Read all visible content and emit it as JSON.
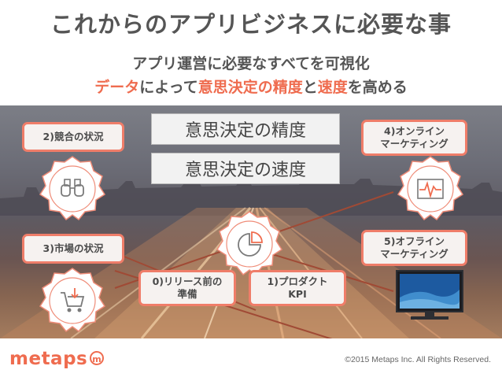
{
  "title": "これからのアプリビジネスに必要な事",
  "subtitle": {
    "line1": "アプリ運営に必要なすべてを可視化",
    "line2": {
      "part1": "データ",
      "part2": "によって",
      "part3": "意思決定の精度",
      "part4": "と",
      "part5": "速度",
      "part6": "を高める"
    }
  },
  "boxes": {
    "competition": "2)競合の状況",
    "market": "3)市場の状況",
    "online_line1": "4)オンライン",
    "online_line2": "マーケティング",
    "offline_line1": "5)オフライン",
    "offline_line2": "マーケティング",
    "prerelease_line1": "0)リリース前の",
    "prerelease_line2": "準備",
    "product_line1": "1)プロダクト",
    "product_line2": "KPI"
  },
  "center": {
    "accuracy": "意思決定の精度",
    "speed": "意思決定の速度"
  },
  "icons": [
    "binoculars-icon",
    "cart-icon",
    "pie-chart-icon",
    "heartbeat-icon",
    "tv-icon"
  ],
  "colors": {
    "accent": "#ef6c4f",
    "box_border": "#ef7d69",
    "text": "#555555"
  },
  "footer": {
    "logo": "metaps",
    "logo_mark": "m",
    "copyright": "©2015 Metaps Inc. All Rights Reserved."
  }
}
